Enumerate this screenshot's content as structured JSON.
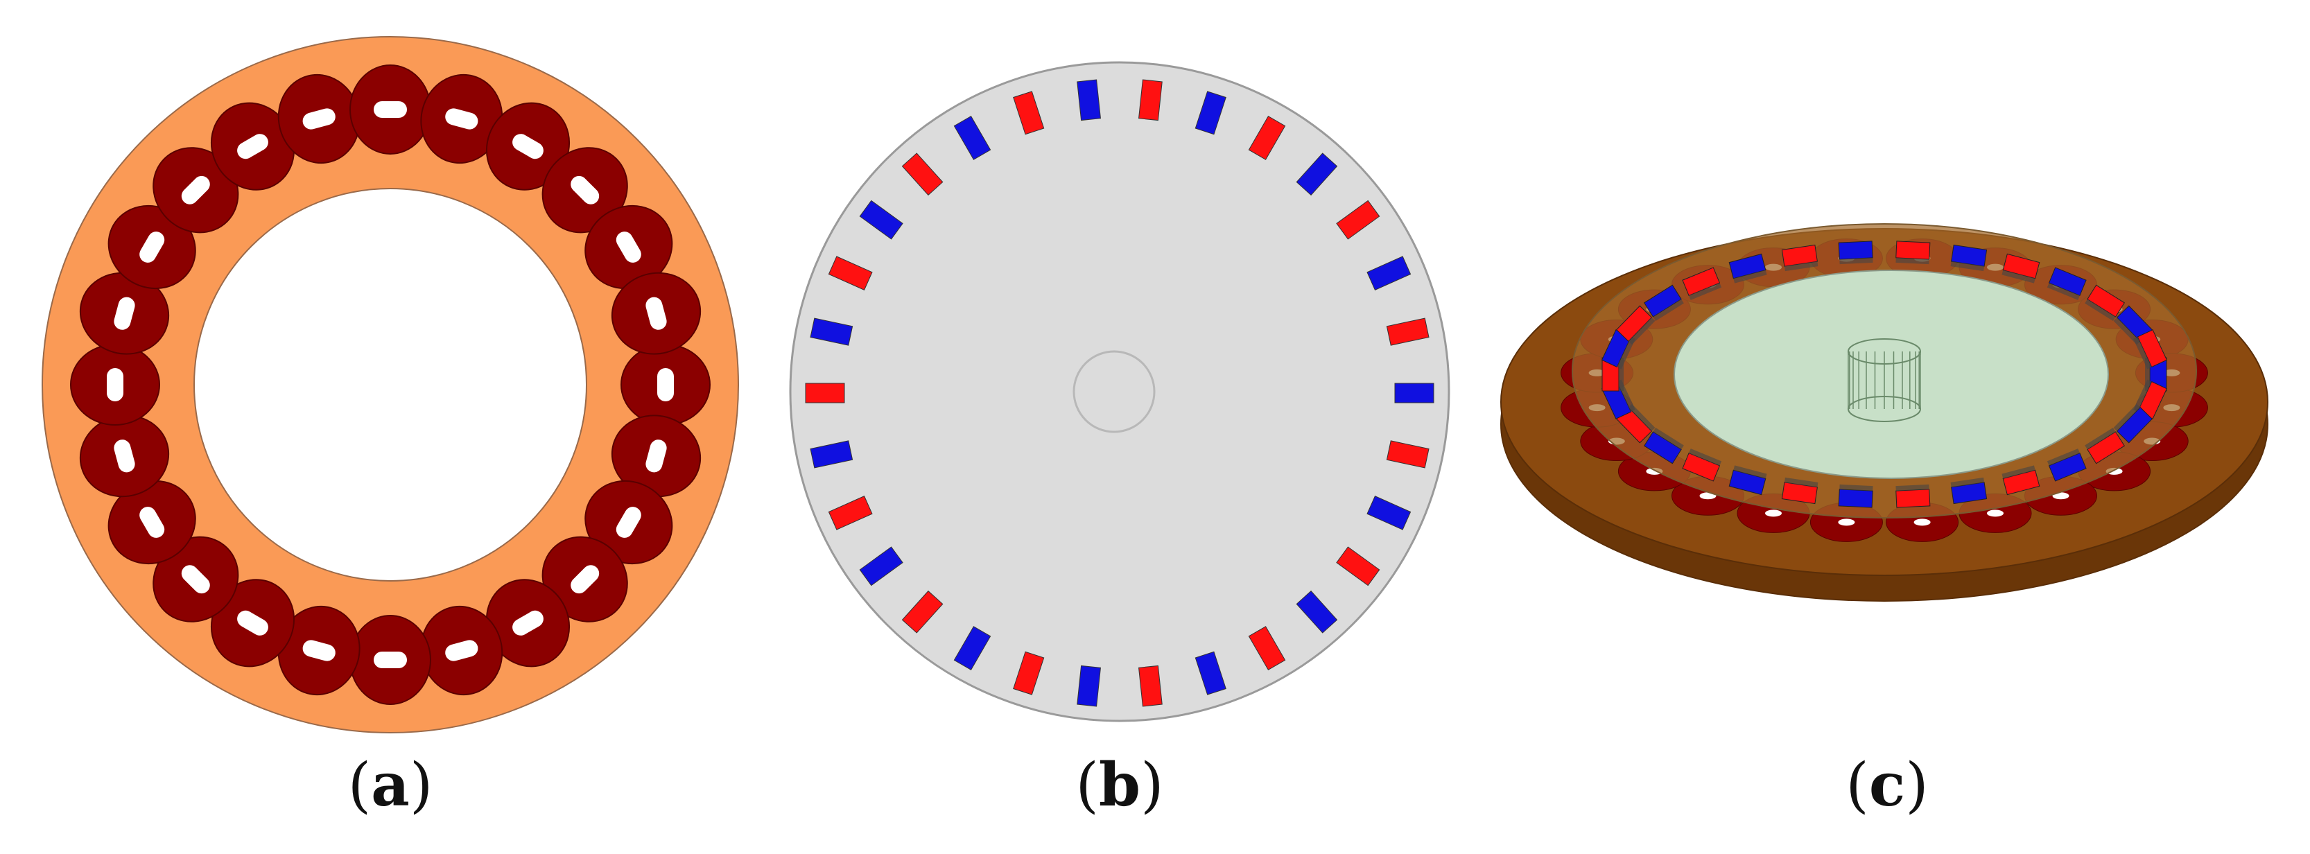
{
  "panels": [
    {
      "id": "a",
      "caption_open": "(",
      "caption_letter": "a",
      "caption_close": ")"
    },
    {
      "id": "b",
      "caption_open": "(",
      "caption_letter": "b",
      "caption_close": ")"
    },
    {
      "id": "c",
      "caption_open": "(",
      "caption_letter": "c",
      "caption_close": ")"
    }
  ],
  "stator": {
    "coil_count": 24,
    "yoke_color": "#FA9A56",
    "coil_color": "#8B0000",
    "slot_color": "#FFFFFF"
  },
  "rotor": {
    "magnet_count": 30,
    "disc_color": "#DCDCDC",
    "north_color": "#FF1111",
    "south_color": "#1010E0"
  },
  "assembly": {
    "base_color": "#8B4A0F",
    "plate_color": "#A36A2A",
    "inner_color": "#C8E0C8"
  }
}
